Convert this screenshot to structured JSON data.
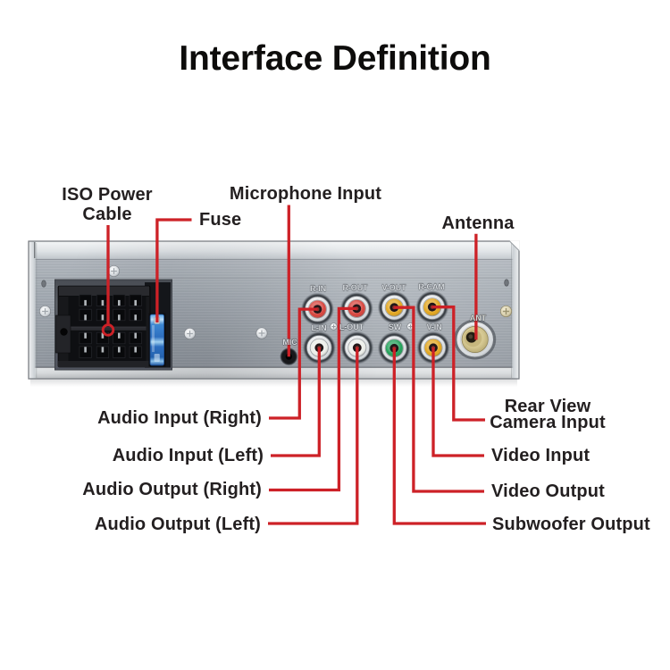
{
  "title": "Interface Definition",
  "callouts": {
    "iso_power_cable": {
      "line1": "ISO Power",
      "line2": "Cable"
    },
    "fuse": {
      "label": "Fuse"
    },
    "microphone_input": {
      "label": "Microphone Input"
    },
    "antenna": {
      "label": "Antenna"
    },
    "audio_input_right": {
      "label": "Audio Input (Right)"
    },
    "audio_input_left": {
      "label": "Audio Input (Left)"
    },
    "audio_output_right": {
      "label": "Audio Output (Right)"
    },
    "audio_output_left": {
      "label": "Audio Output (Left)"
    },
    "rear_view_camera_input": {
      "line1": "Rear View",
      "line2": "Camera Input"
    },
    "video_input": {
      "label": "Video Input"
    },
    "video_output": {
      "label": "Video Output"
    },
    "subwoofer_output": {
      "label": "Subwoofer Output"
    }
  },
  "printed_port_labels": {
    "r_in": "R-IN",
    "r_out": "R-OUT",
    "v_out": "V-OUT",
    "r_cam": "R-CAM",
    "l_in": "L-IN",
    "l_out": "L-OUT",
    "sw": "SW",
    "v_in": "V-IN",
    "mic": "MIC",
    "ant": "ANT"
  },
  "colors": {
    "callout_line": "#cd2127",
    "label_text": "#231f20",
    "rca_red": "#d6423a",
    "rca_yellow": "#e2a51c",
    "rca_green": "#1fa057",
    "rca_white": "#eceee9"
  }
}
